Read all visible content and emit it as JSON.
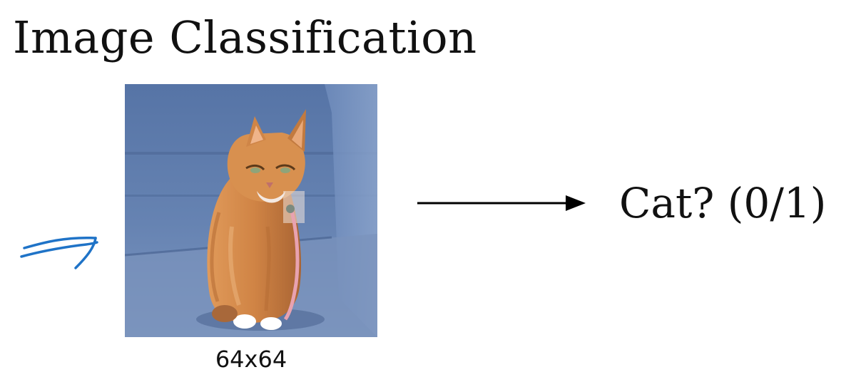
{
  "slide": {
    "title": "Image Classification"
  },
  "input": {
    "image_subject": "cat-photo",
    "caption": "64x64"
  },
  "output": {
    "label": "Cat? (0/1)"
  },
  "annotation": {
    "icon": "handwritten-arrow-icon",
    "color": "#1f73c7"
  },
  "colors": {
    "text": "#111111",
    "arrow": "#000000",
    "background": "#ffffff"
  }
}
